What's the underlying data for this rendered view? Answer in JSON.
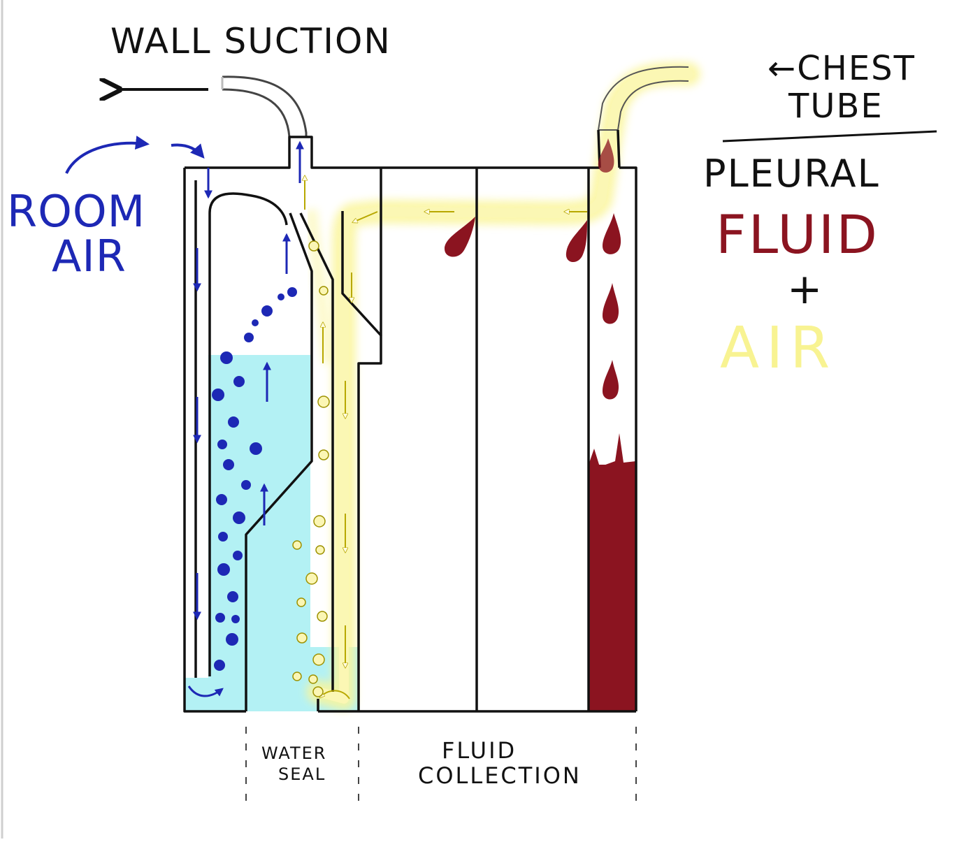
{
  "labels": {
    "wall_suction": "WALL SUCTION",
    "chest_tube_line1": "←CHEST",
    "chest_tube_line2": "TUBE",
    "pleural": "PLEURAL",
    "fluid": "FLUID",
    "plus": "+",
    "air": "AIR",
    "room_air_line1": "ROOM",
    "room_air_line2": "AIR",
    "water_seal_line1": "WATER",
    "water_seal_line2": "SEAL",
    "fluid_collection_line1": "FLUID",
    "fluid_collection_line2": "COLLECTION"
  },
  "colors": {
    "outline": "#111111",
    "water": "#b3f1f4",
    "room_air": "#1d28b5",
    "pleural_air": "#f8f392",
    "pleural_fluid": "#8b1420"
  }
}
